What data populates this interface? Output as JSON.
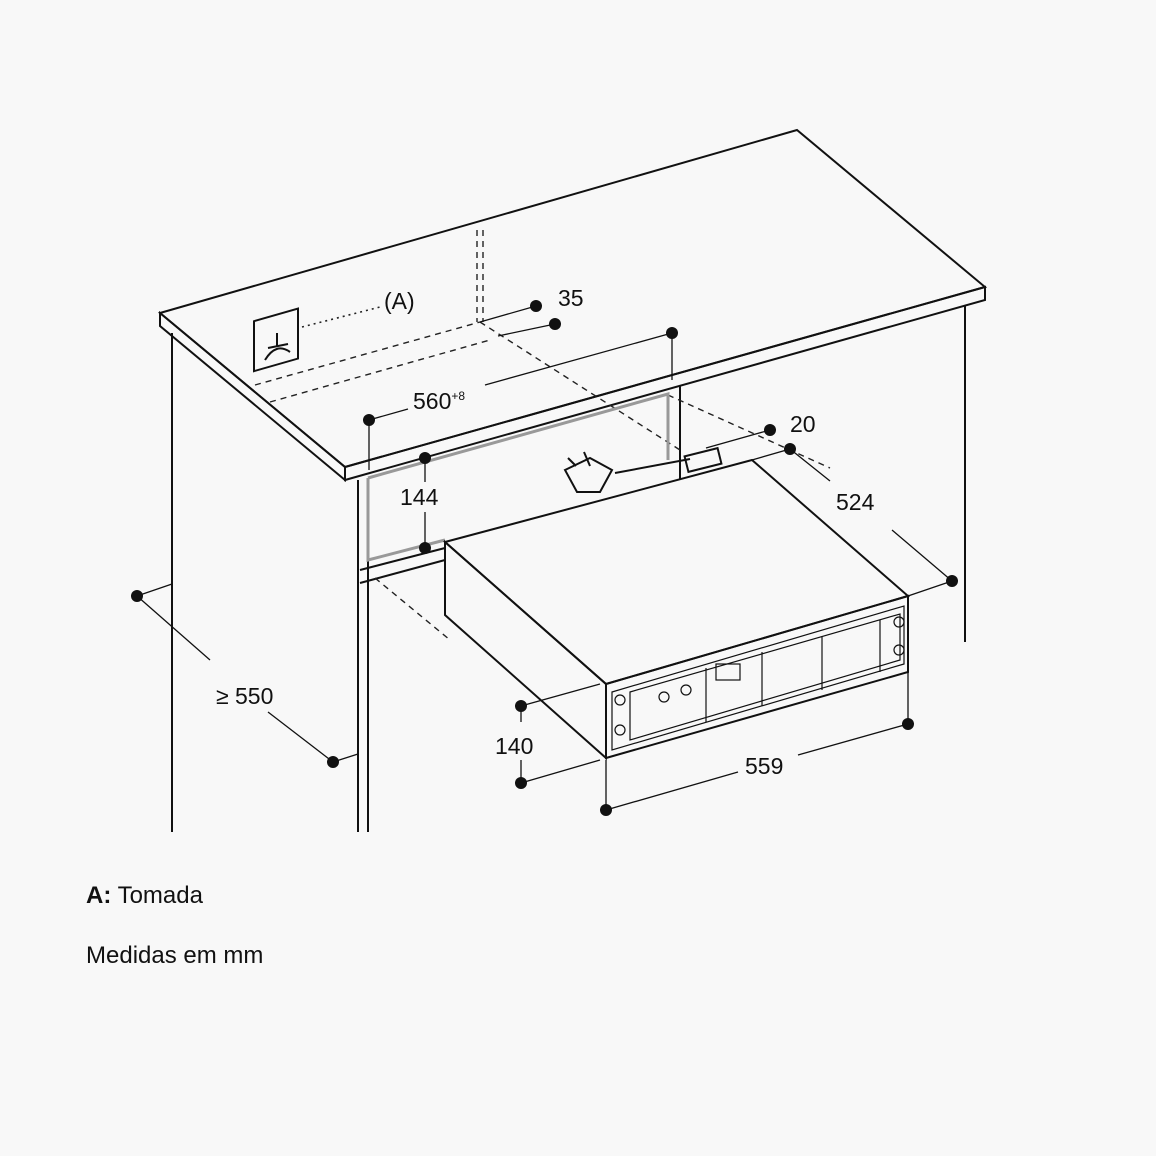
{
  "diagram": {
    "marker_a": "(A)",
    "dimensions": {
      "d35": "35",
      "d560": "560",
      "d560_tolerance": "+8",
      "d20": "20",
      "d524": "524",
      "d144": "144",
      "d550": "≥ 550",
      "d140": "140",
      "d559": "559"
    },
    "icons": [
      "socket-icon",
      "plug-icon"
    ]
  },
  "legend": {
    "a_key": "A:",
    "a_text": "Tomada",
    "units": "Medidas em mm"
  }
}
